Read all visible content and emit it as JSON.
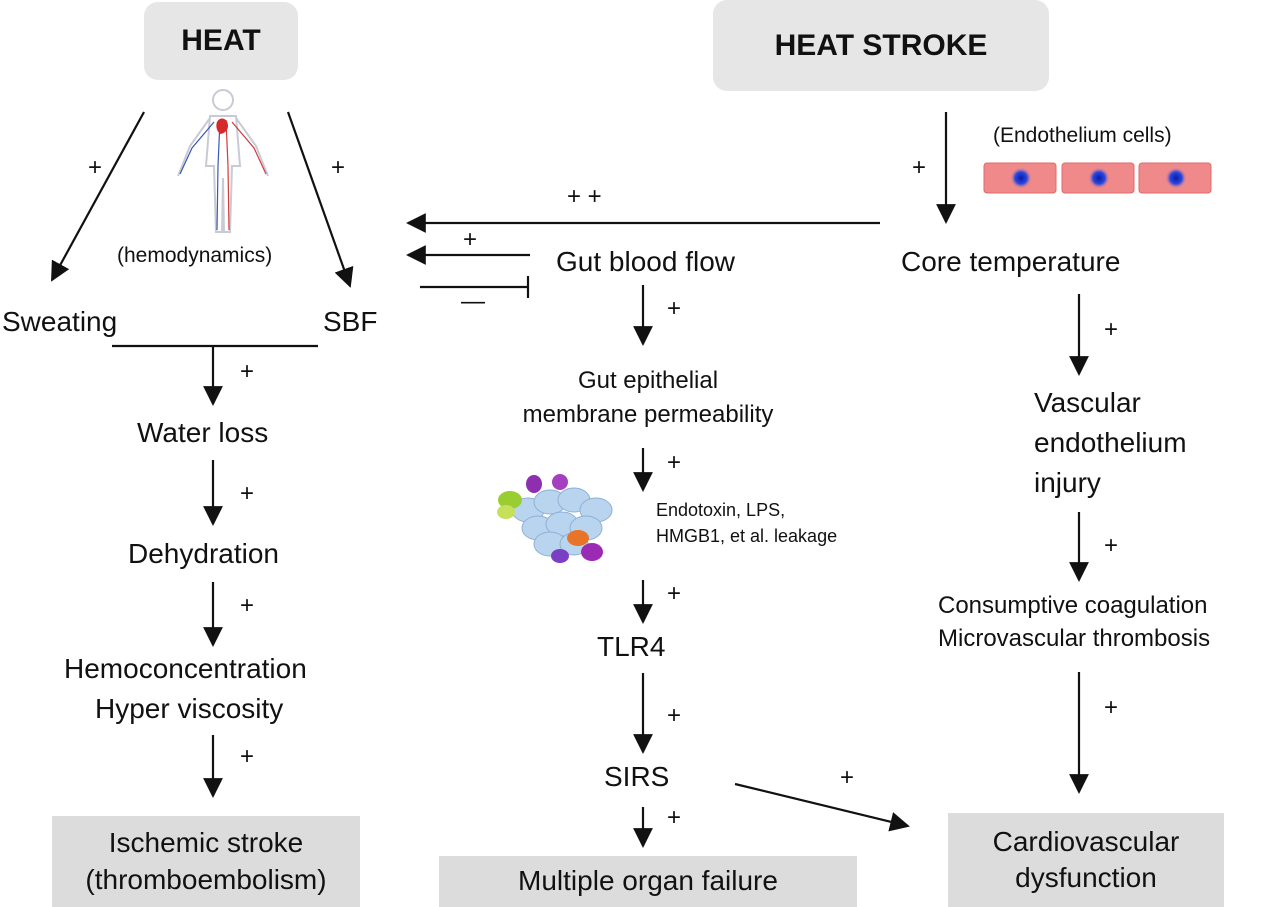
{
  "headers": {
    "heat": "HEAT",
    "heat_stroke": "HEAT STROKE"
  },
  "left": {
    "hemodynamics": "(hemodynamics)",
    "sweating": "Sweating",
    "sbf": "SBF",
    "water_loss": "Water loss",
    "dehydration": "Dehydration",
    "hemoconcentration": "Hemoconcentration",
    "hyper_viscosity": "Hyper viscosity"
  },
  "middle": {
    "gut_blood_flow": "Gut blood  flow",
    "gut_epithelial": "Gut epithelial",
    "membrane_permeability": "membrane permeability",
    "endotoxin_line1": "Endotoxin, LPS,",
    "endotoxin_line2": "HMGB1, et al. leakage",
    "tlr4": "TLR4",
    "sirs": "SIRS"
  },
  "right": {
    "endothelium_cells": "(Endothelium cells)",
    "core_temperature": "Core temperature",
    "vascular": "Vascular",
    "endothelium": "endothelium",
    "injury": "injury",
    "consumptive": "Consumptive coagulation",
    "microvascular": "Microvascular thrombosis"
  },
  "outcomes": {
    "ischemic_line1": "Ischemic stroke",
    "ischemic_line2": "(thromboembolism)",
    "multiple_organ": "Multiple organ failure",
    "cardio_line1": "Cardiovascular",
    "cardio_line2": "dysfunction"
  },
  "signs": {
    "plus": "+",
    "plus_plus": "+ +",
    "minus": "—"
  },
  "colors": {
    "header_bg": "#e6e6e6",
    "outcome_bg": "#dcdcdc",
    "cell_fill": "#f08a8a",
    "nucleus": "#1a2fd6"
  }
}
